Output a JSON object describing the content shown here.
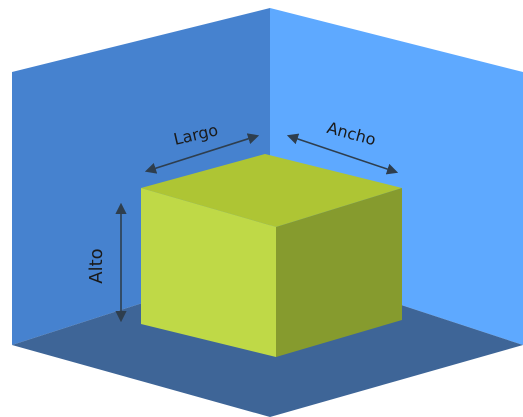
{
  "labels": {
    "length": "Largo",
    "width": "Ancho",
    "height": "Alto"
  },
  "colors": {
    "left_wall": "#4682CF",
    "right_wall": "#5EA9FF",
    "floor": "#3E6597",
    "box_top": "#AEC534",
    "box_front": "#BFD947",
    "box_side": "#869B2E",
    "arrow": "#2E3E4E"
  }
}
